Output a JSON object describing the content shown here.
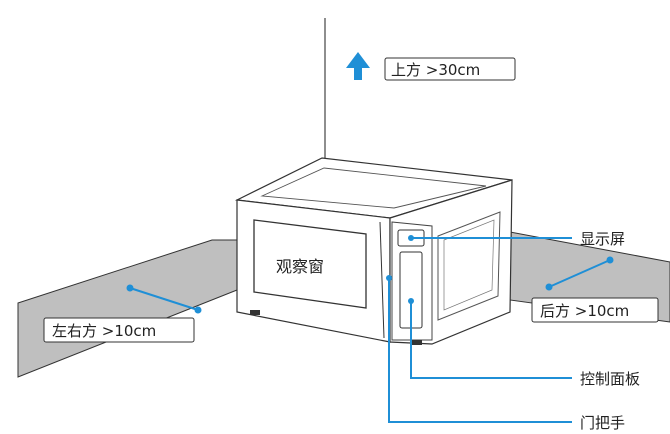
{
  "labels": {
    "top_clearance": "上方 >30cm",
    "side_clearance": "左右方 >10cm",
    "back_clearance": "后方 >10cm",
    "viewing_window": "观察窗",
    "display": "显示屏",
    "control_panel": "控制面板",
    "door_handle": "门把手"
  },
  "colors": {
    "accent": "#1f8fd6",
    "floor_band": "#bfbfbf",
    "line": "#333333"
  },
  "icons": {
    "up_arrow": "arrow-up-icon"
  }
}
